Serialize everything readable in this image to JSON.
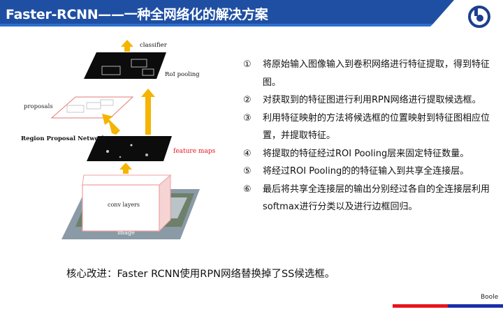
{
  "slide": {
    "title": "Faster-RCNN——一种全网络化的解决方案",
    "colors": {
      "header_blue": "#1f4fa3",
      "accent_red": "#e8141c",
      "accent_blue": "#1a2fa8",
      "arrow_yellow": "#f5b400"
    },
    "logo_icon": "boole-logo-icon"
  },
  "figure": {
    "classifier_label": "classifier",
    "roi_pooling_label": "RoI pooling",
    "proposals_label": "proposals",
    "rpn_label": "Region Proposal Network",
    "feature_maps_label": "feature maps",
    "conv_layers_label": "conv layers",
    "image_label": "image"
  },
  "bullets": [
    {
      "num": "①",
      "text": "将原始输入图像输入到卷积网络进行特征提取，得到特征图。"
    },
    {
      "num": "②",
      "text": "对获取到的特征图进行利用RPN网络进行提取候选框。"
    },
    {
      "num": "③",
      "text": "利用特征映射的方法将候选框的位置映射到特征图相应位置，并提取特征。"
    },
    {
      "num": "④",
      "text": "将提取的特征经过ROI Pooling层来固定特征数量。"
    },
    {
      "num": "⑤",
      "text": "将经过ROI Pooling的的特征输入到共享全连接层。"
    },
    {
      "num": "⑥",
      "text": "最后将共享全连接层的输出分别经过各自的全连接层利用softmax进行分类以及进行边框回归。"
    }
  ],
  "summary": "核心改进：Faster RCNN使用RPN网络替换掉了SS候选框。",
  "footer": {
    "brand": "Boole"
  }
}
